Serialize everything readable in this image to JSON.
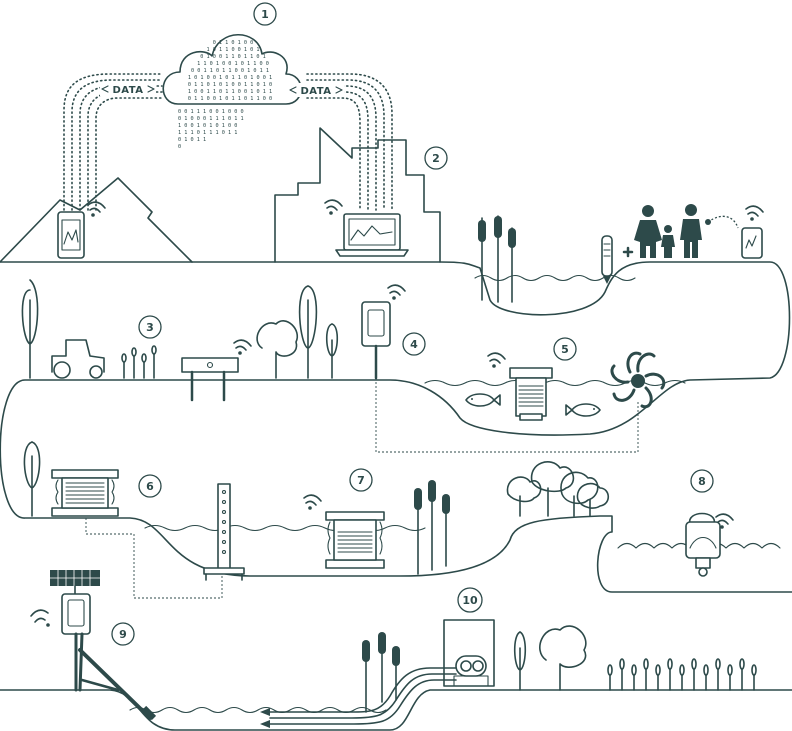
{
  "labels": {
    "data_left": "DATA",
    "data_right": "DATA"
  },
  "cloud": {
    "binary_rows": [
      "0 1 1 0 1 0 0",
      "1 0 1 1 0 0 1 0 1",
      "0 1 0 0 1 1 0 1 1 0 1",
      "1 1 0 1 0 0 1 0 1 1 0 0",
      "0 0 1 1 0 1 1 0 0 1 0 1 1",
      "1 0 1 0 0 1 0 1 1 0 1 0 0 1",
      "0 1 1 0 1 0 1 0 0 1 1 0 1 0",
      "1 0 0 1 1 0 1 1 0 0 1 0 1 1",
      "0 1 1 0 0 1 0 1 1 0 1 1 0 0"
    ],
    "drip_rows": [
      "0 0   1 1   1 0 0   1   0 0 0",
      "0 1   0 0   0 1 1   1 0   1 1",
      "1 0   0     1 0 1   0 1   0 0",
      "1 1     1   0 1 1   1 0   1 1",
      "        0   1 0         1 1",
      "                        0"
    ]
  },
  "steps": [
    {
      "number": "1"
    },
    {
      "number": "2"
    },
    {
      "number": "3"
    },
    {
      "number": "4"
    },
    {
      "number": "5"
    },
    {
      "number": "6"
    },
    {
      "number": "7"
    },
    {
      "number": "8"
    },
    {
      "number": "9"
    },
    {
      "number": "10"
    }
  ]
}
